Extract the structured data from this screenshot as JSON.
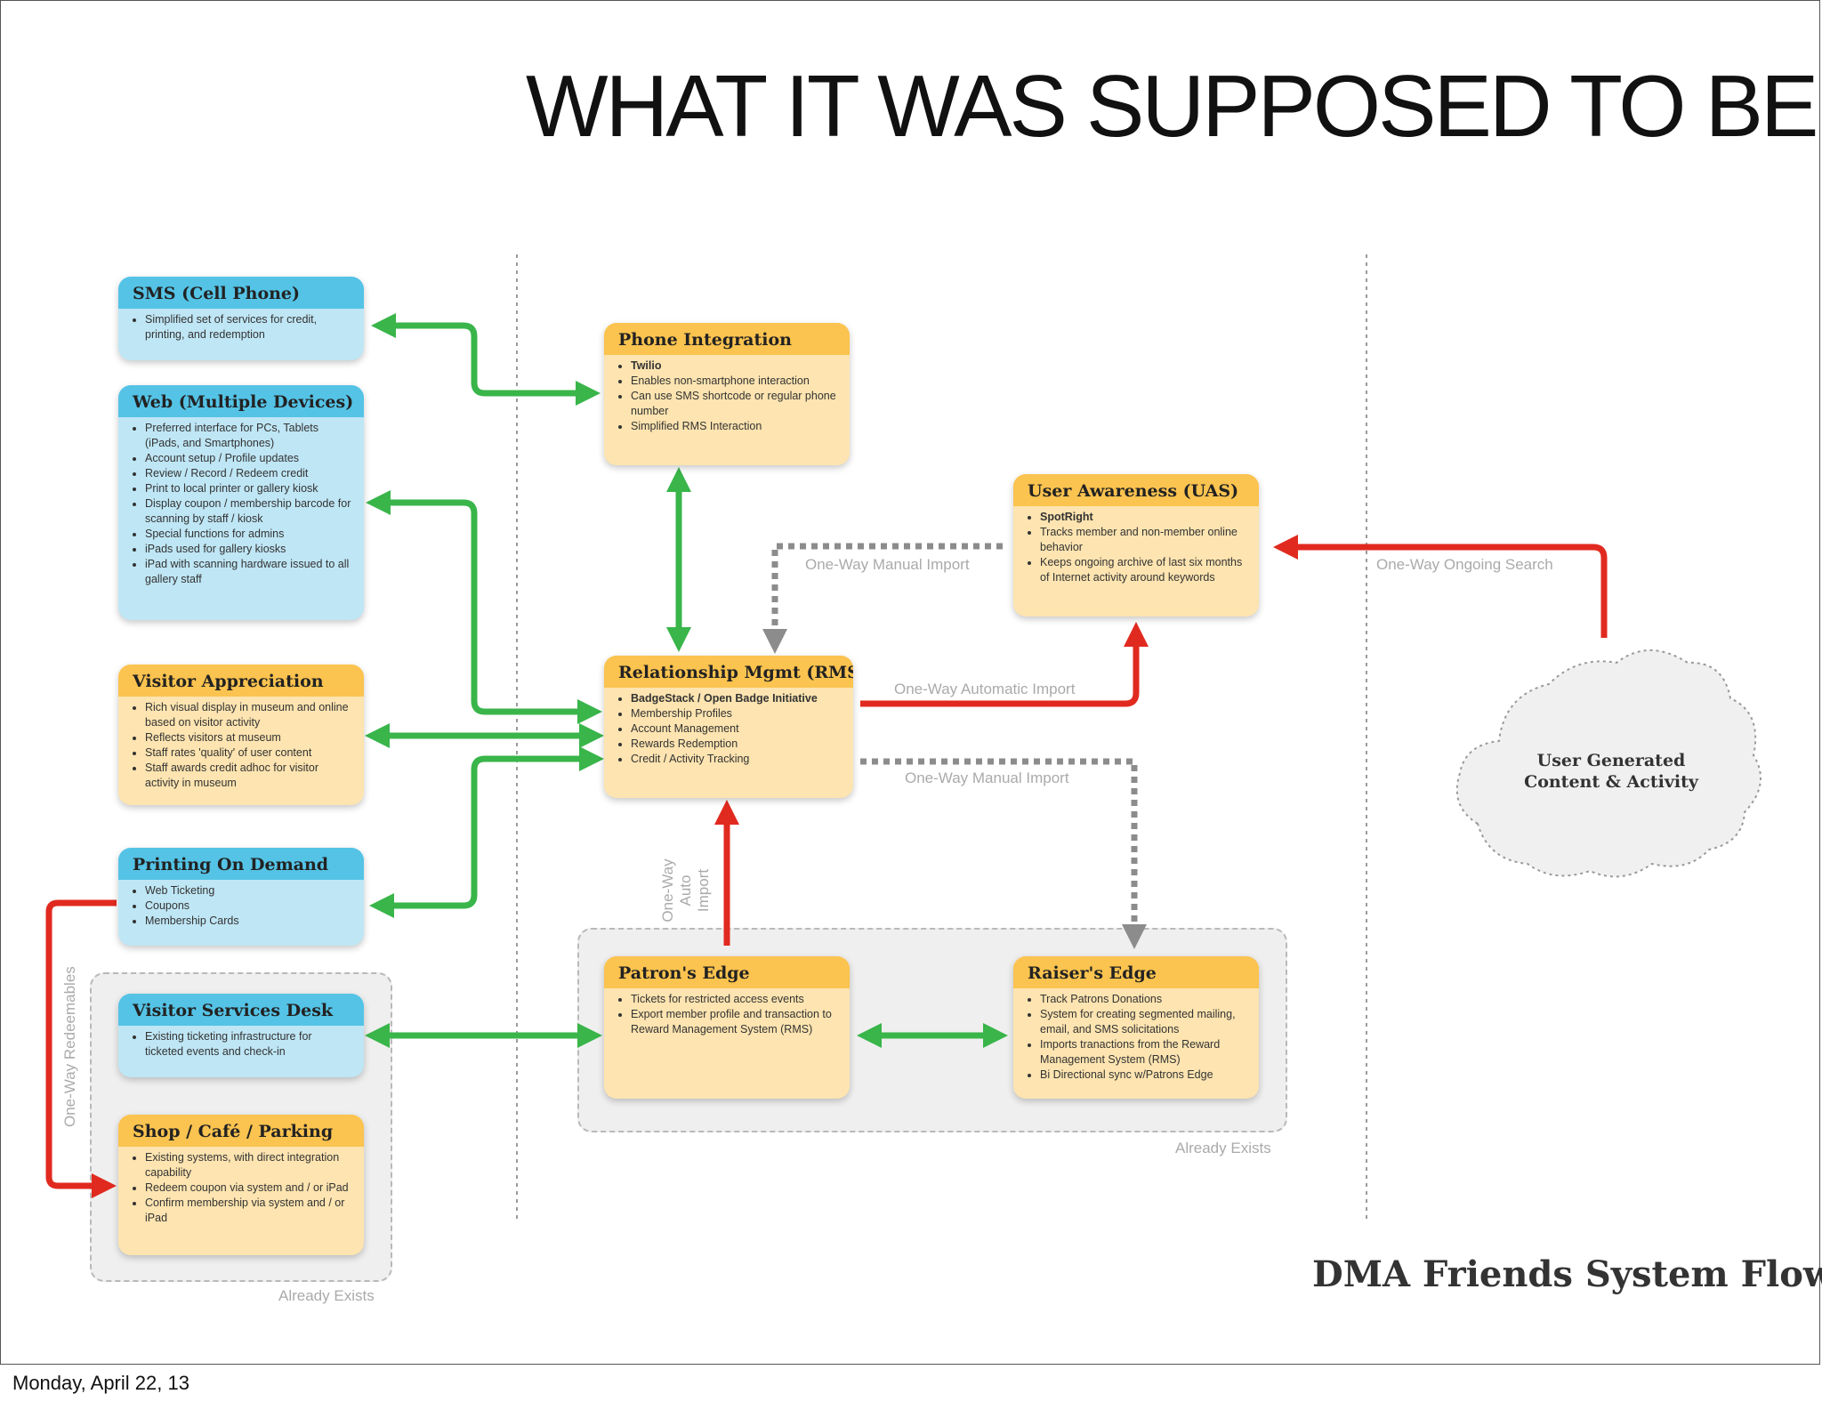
{
  "title": "WHAT IT WAS SUPPOSED TO BE...",
  "footer_date": "Monday, April 22, 13",
  "diagram_title": "DMA Friends System Flow",
  "cloud_label": "User Generated Content & Activity",
  "boxes": {
    "sms": {
      "title": "SMS (Cell Phone)",
      "items": [
        "Simplified set of services for credit, printing, and redemption"
      ]
    },
    "web": {
      "title": "Web (Multiple Devices)",
      "items": [
        "Preferred interface for PCs, Tablets (iPads, and Smartphones)",
        "Account setup / Profile updates",
        "Review / Record / Redeem credit",
        "Print to local printer or gallery kiosk",
        "Display coupon / membership barcode for scanning by staff / kiosk",
        "Special functions for admins",
        "iPads used for gallery kiosks",
        "iPad with scanning hardware issued to all gallery staff"
      ]
    },
    "visitor_appreciation": {
      "title": "Visitor Appreciation",
      "items": [
        "Rich visual display in museum and online based on visitor activity",
        "Reflects visitors at museum",
        "Staff rates 'quality' of user content",
        "Staff awards credit adhoc for visitor activity in museum"
      ]
    },
    "printing": {
      "title": "Printing On Demand",
      "items": [
        "Web Ticketing",
        "Coupons",
        "Membership Cards"
      ]
    },
    "visitor_services": {
      "title": "Visitor Services Desk",
      "items": [
        "Existing ticketing infrastructure for ticketed events and check-in"
      ]
    },
    "shop": {
      "title": "Shop / Café / Parking",
      "items": [
        "Existing systems, with direct integration capability",
        "Redeem coupon via system and / or iPad",
        "Confirm membership via system and / or iPad"
      ]
    },
    "phone": {
      "title": "Phone Integration",
      "items": [
        "Twilio",
        "Enables non-smartphone interaction",
        "Can use SMS shortcode or regular phone number",
        "Simplified RMS Interaction"
      ]
    },
    "uas": {
      "title": "User Awareness (UAS)",
      "items": [
        "SpotRight",
        "Tracks member and non-member online behavior",
        "Keeps ongoing archive of last six months of Internet activity around keywords"
      ]
    },
    "rms": {
      "title": "Relationship Mgmt (RMS)",
      "items": [
        "BadgeStack / Open Badge Initiative",
        "Membership Profiles",
        "Account Management",
        "Rewards Redemption",
        "Credit / Activity Tracking"
      ]
    },
    "patrons": {
      "title": "Patron's Edge",
      "items": [
        "Tickets for restricted access events",
        "Export member profile and transaction to Reward Management System (RMS)"
      ]
    },
    "raisers": {
      "title": "Raiser's Edge",
      "items": [
        "Track Patrons Donations",
        "System for creating segmented mailing, email, and SMS solicitations",
        "Imports tranactions from the Reward Management System (RMS)",
        "Bi Directional sync w/Patrons Edge"
      ]
    }
  },
  "flow_labels": {
    "manual_import_top": "One-Way Manual Import",
    "ongoing_search": "One-Way Ongoing Search",
    "automatic_import": "One-Way Automatic Import",
    "manual_import_bottom": "One-Way Manual Import",
    "auto_import": "One-Way Auto Import",
    "redeemables": "One-Way Redeemables",
    "already_exists_left": "Already Exists",
    "already_exists_right": "Already Exists"
  },
  "colors": {
    "green": "#39b54a",
    "red": "#e12a1f",
    "gray_dash": "#8c8c8c",
    "blue_header": "#54c3e6",
    "orange_header": "#fbc34f"
  }
}
